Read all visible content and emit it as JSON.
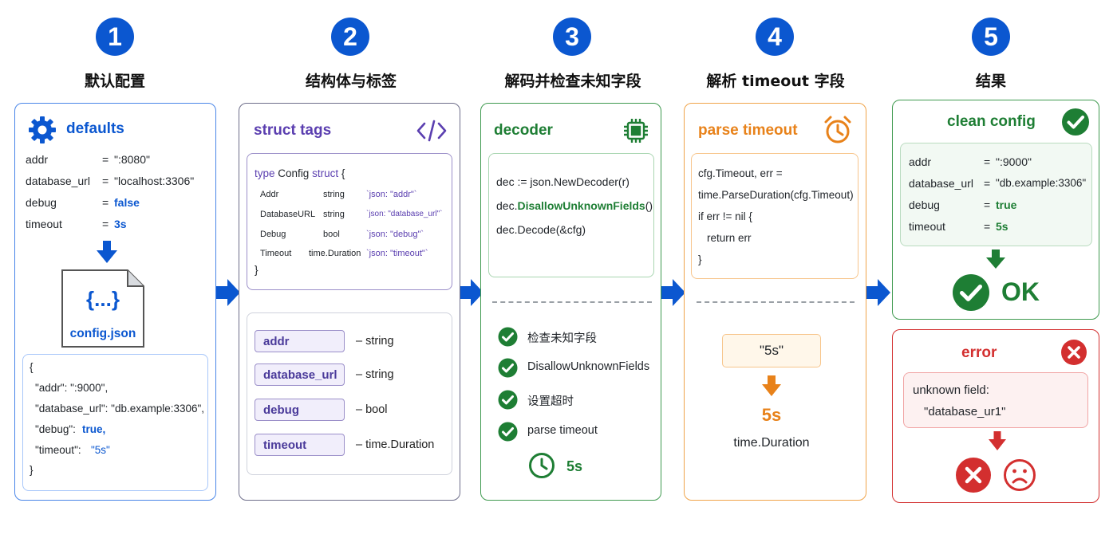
{
  "steps": [
    {
      "num": "1",
      "title": "默认配置"
    },
    {
      "num": "2",
      "title": "结构体与标签"
    },
    {
      "num": "3",
      "title": "解码并检查未知字段"
    },
    {
      "num": "4",
      "title": "解析 timeout 字段"
    },
    {
      "num": "5",
      "title": "结果"
    }
  ],
  "defaults": {
    "title": "defaults",
    "rows": [
      {
        "key": "addr",
        "eq": "=",
        "val": "\":8080\""
      },
      {
        "key": "database_url",
        "eq": "=",
        "val": "\"localhost:3306\""
      },
      {
        "key": "debug",
        "eq": "=",
        "val": "false"
      },
      {
        "key": "timeout",
        "eq": "=",
        "val": "3s"
      }
    ],
    "file_icon_text": "{...}",
    "file_name": "config.json",
    "json_lines": [
      "{",
      "\"addr\":  \":9000\",",
      "\"database_url\":  \"db.example:3306\",",
      "\"debug\":",
      "true,",
      "\"timeout\":",
      "\"5s\"",
      "}"
    ]
  },
  "struct": {
    "title": "struct tags",
    "code_header": {
      "kw1": "type",
      "name": "Config",
      "kw2": "struct",
      "brace": "{"
    },
    "fields": [
      {
        "name": "Addr",
        "type": "string",
        "tag": "`json: \"addr\"`"
      },
      {
        "name": "DatabaseURL",
        "type": "string",
        "tag": "`json: \"database_url\"`"
      },
      {
        "name": "Debug",
        "type": "bool",
        "tag": "`json: \"debug\"`"
      },
      {
        "name": "Timeout",
        "type": "time.Duration",
        "tag": "`json: \"timeout\"`"
      }
    ],
    "code_close": "}",
    "mapping": [
      {
        "field": "addr",
        "type": "– string"
      },
      {
        "field": "database_url",
        "type": "– string"
      },
      {
        "field": "debug",
        "type": "– bool"
      },
      {
        "field": "timeout",
        "type": "– time.Duration"
      }
    ]
  },
  "decoder": {
    "title": "decoder",
    "code": {
      "line1": "dec := json.NewDecoder(r)",
      "line2_prefix": "dec.",
      "line2_highlight": "DisallowUnknownFields",
      "line2_suffix": "()",
      "line3": "dec.Decode(&cfg)"
    },
    "checks": [
      "检查未知字段",
      "DisallowUnknownFields",
      "设置超时",
      "parse timeout"
    ],
    "timer_value": "5s"
  },
  "parse": {
    "title": "parse timeout",
    "code": [
      "cfg.Timeout, err =",
      "time.ParseDuration(cfg.Timeout)",
      "if err != nil {",
      "return err",
      "}"
    ],
    "input": "\"5s\"",
    "output": "5s",
    "output_type": "time.Duration"
  },
  "clean": {
    "title": "clean config",
    "rows": [
      {
        "key": "addr",
        "eq": "=",
        "val": "\":9000\""
      },
      {
        "key": "database_url",
        "eq": "=",
        "val": "\"db.example:3306\""
      },
      {
        "key": "debug",
        "eq": "=",
        "val": "true"
      },
      {
        "key": "timeout",
        "eq": "=",
        "val": "5s"
      }
    ],
    "ok_label": "OK"
  },
  "error": {
    "title": "error",
    "line1": "unknown field:",
    "line2": "\"database_ur1\""
  },
  "colors": {
    "blue": "#0b57d0",
    "purple": "#5b3fb0",
    "green": "#1e7e34",
    "orange": "#e8821a",
    "red": "#d32f2f"
  }
}
